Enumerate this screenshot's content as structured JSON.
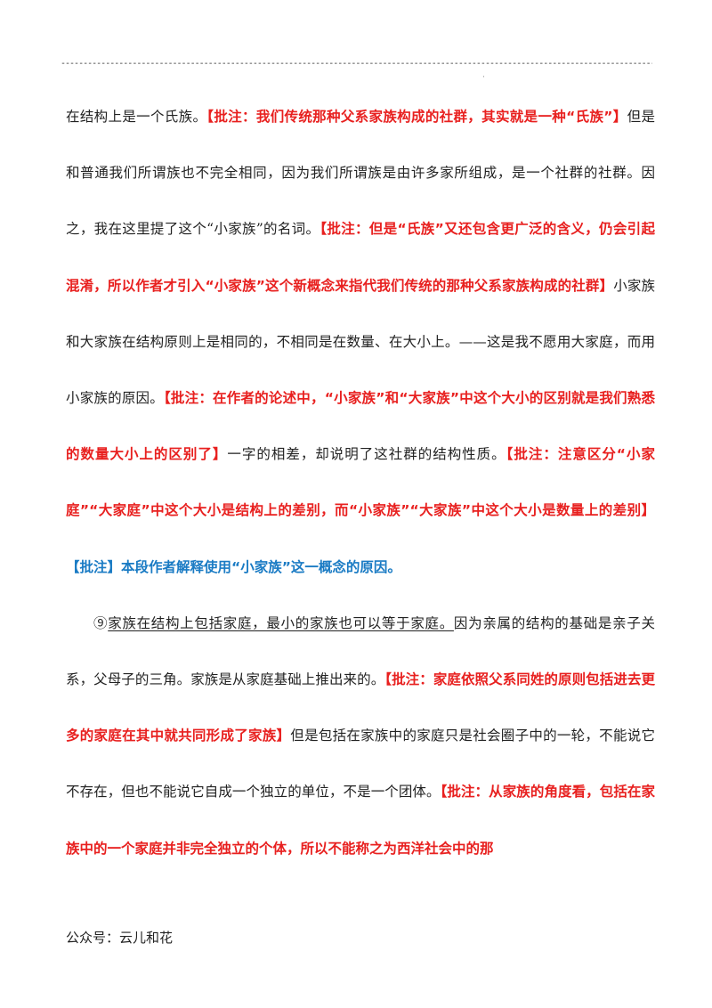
{
  "header": {
    "rule": "--------------------------------------------------------------------------------------------------------------------------------------------"
  },
  "paragraphs": [
    {
      "id": "p1",
      "segments": [
        {
          "style": "plain",
          "text": "在结构上是一个氏族。"
        },
        {
          "style": "red",
          "text": "【批注：我们传统那种父系家族构成的社群，其实就是一种“氏族”】"
        },
        {
          "style": "plain",
          "text": "但是和普通我们所谓族也不完全相同，因为我们所谓族是由许多家所组成，是一个社群的社群。因之，我在这里提了这个“小家族”的名词。"
        },
        {
          "style": "red",
          "text": "【批注：但是“氏族”又还包含更广泛的含义，仍会引起混淆，所以作者才引入“小家族”这个新概念来指代我们传统的那种父系家族构成的社群】"
        },
        {
          "style": "plain",
          "text": "小家族和大家族在结构原则上是相同的，不相同是在数量、在大小上。——这是我不愿用大家庭，而用小家族的原因。"
        },
        {
          "style": "red",
          "text": "【批注：在作者的论述中，“小家族”和“大家族”中这个大小的区别就是我们熟悉的数量大小上的区别了】"
        },
        {
          "style": "plain",
          "text": "一字的相差，却说明了这社群的结构性质。"
        },
        {
          "style": "red",
          "text": "【批注：注意区分“小家庭”“大家庭”中这个大小是结构上的差别，而“小家族”“大家族”中这个大小是数量上的差别】"
        },
        {
          "style": "blue",
          "text": "【批注】本段作者解释使用“小家族”这一概念的原因。"
        }
      ]
    },
    {
      "id": "p2",
      "segments": [
        {
          "style": "plain",
          "text": "⑨"
        },
        {
          "style": "underline",
          "text": "家族在结构上包括家庭，最小的家族也可以等于家庭。"
        },
        {
          "style": "plain",
          "text": "因为亲属的结构的基础是亲子关系，父母子的三角。家族是从家庭基础上推出来的。"
        },
        {
          "style": "red",
          "text": "【批注：家庭依照父系同姓的原则包括进去更多的家庭在其中就共同形成了家族】"
        },
        {
          "style": "plain",
          "text": "但是包括在家族中的家庭只是社会圈子中的一轮，不能说它不存在，但也不能说它自成一个独立的单位，不是一个团体。"
        },
        {
          "style": "red",
          "text": "【批注：从家族的角度看，包括在家族中的一个家庭并非完全独立的个体，所以不能称之为西洋社会中的那"
        }
      ]
    }
  ],
  "footer": {
    "label": "公众号：云儿和花"
  }
}
